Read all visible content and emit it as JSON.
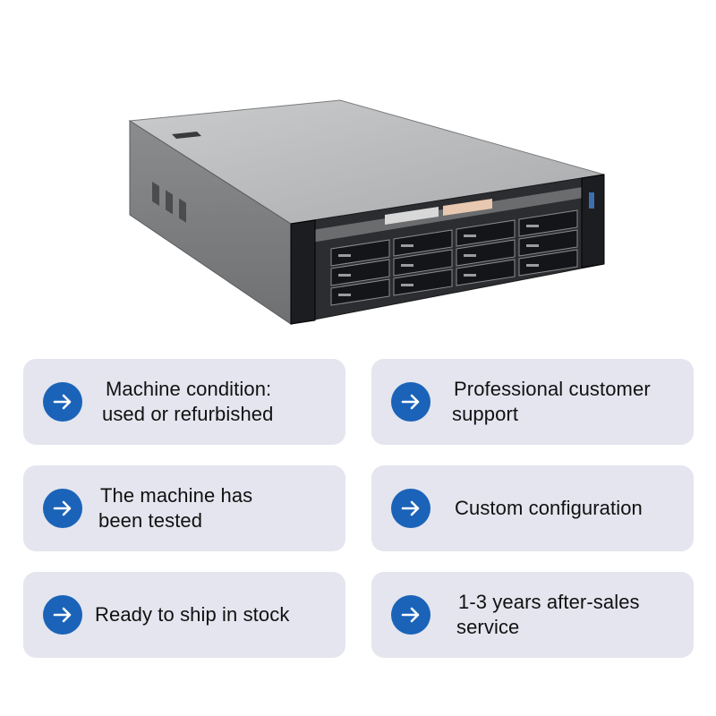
{
  "product": {
    "image_icon": "rack-server-icon"
  },
  "features": [
    {
      "lines": [
        "Machine condition:",
        "used or refurbished"
      ],
      "icon": "arrow-right-icon"
    },
    {
      "lines": [
        "Professional customer",
        "support"
      ],
      "icon": "arrow-right-icon"
    },
    {
      "lines": [
        "The machine has",
        "been tested"
      ],
      "icon": "arrow-right-icon"
    },
    {
      "lines": [
        "Custom configuration"
      ],
      "icon": "arrow-right-icon"
    },
    {
      "lines": [
        "Ready to ship in stock"
      ],
      "icon": "arrow-right-icon"
    },
    {
      "lines": [
        "1-3 years after-sales",
        "service"
      ],
      "icon": "arrow-right-icon"
    }
  ],
  "colors": {
    "card_background": "#e4e5ee",
    "arrow_circle": "#1a63b8",
    "text": "#111111"
  }
}
